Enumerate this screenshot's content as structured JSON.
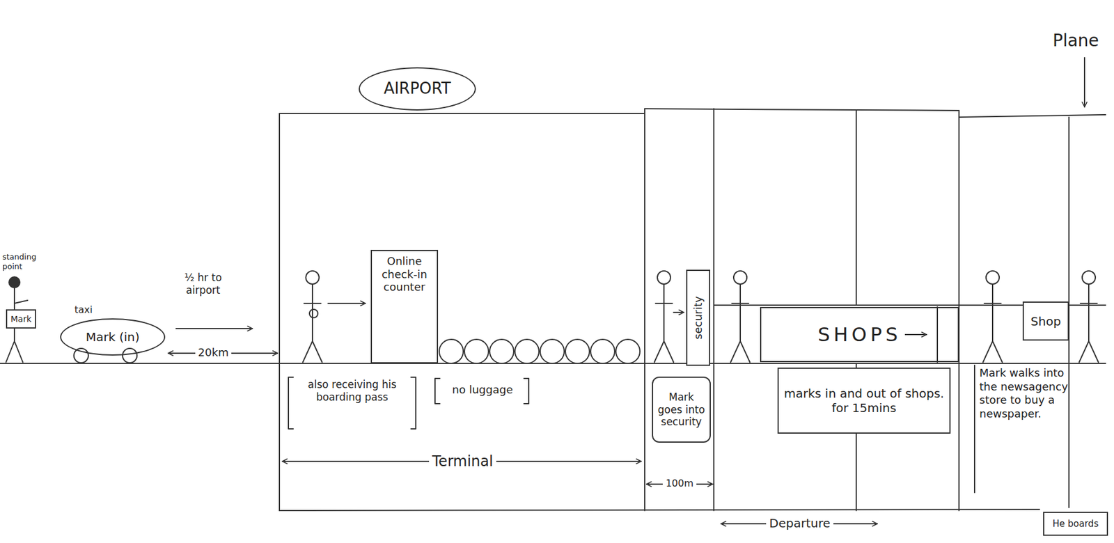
{
  "diagram": {
    "nodes": [
      {
        "text": [
          "Mark"
        ]
      },
      {
        "text": [
          "taxi",
          "Mark (in)"
        ]
      },
      {
        "text": [
          "AIRPORT"
        ]
      },
      {
        "text": [
          "Online check-in counter"
        ]
      },
      {
        "text": [
          "security"
        ]
      },
      {
        "text": [
          "Mark goes into security"
        ]
      },
      {
        "text": [
          "SHOPS"
        ]
      },
      {
        "text": [
          "marks in and out of shops. for 15mins"
        ]
      },
      {
        "text": [
          "Shop"
        ]
      },
      {
        "text": [
          "He boards"
        ]
      }
    ],
    "labels": [
      "standing point",
      "½ hr to airport",
      "20km",
      "also receiving his boarding pass",
      "no luggage",
      "Terminal",
      "100m",
      "Departure",
      "Mark walks into the newsagency store to buy a newspaper.",
      "Plane"
    ]
  }
}
